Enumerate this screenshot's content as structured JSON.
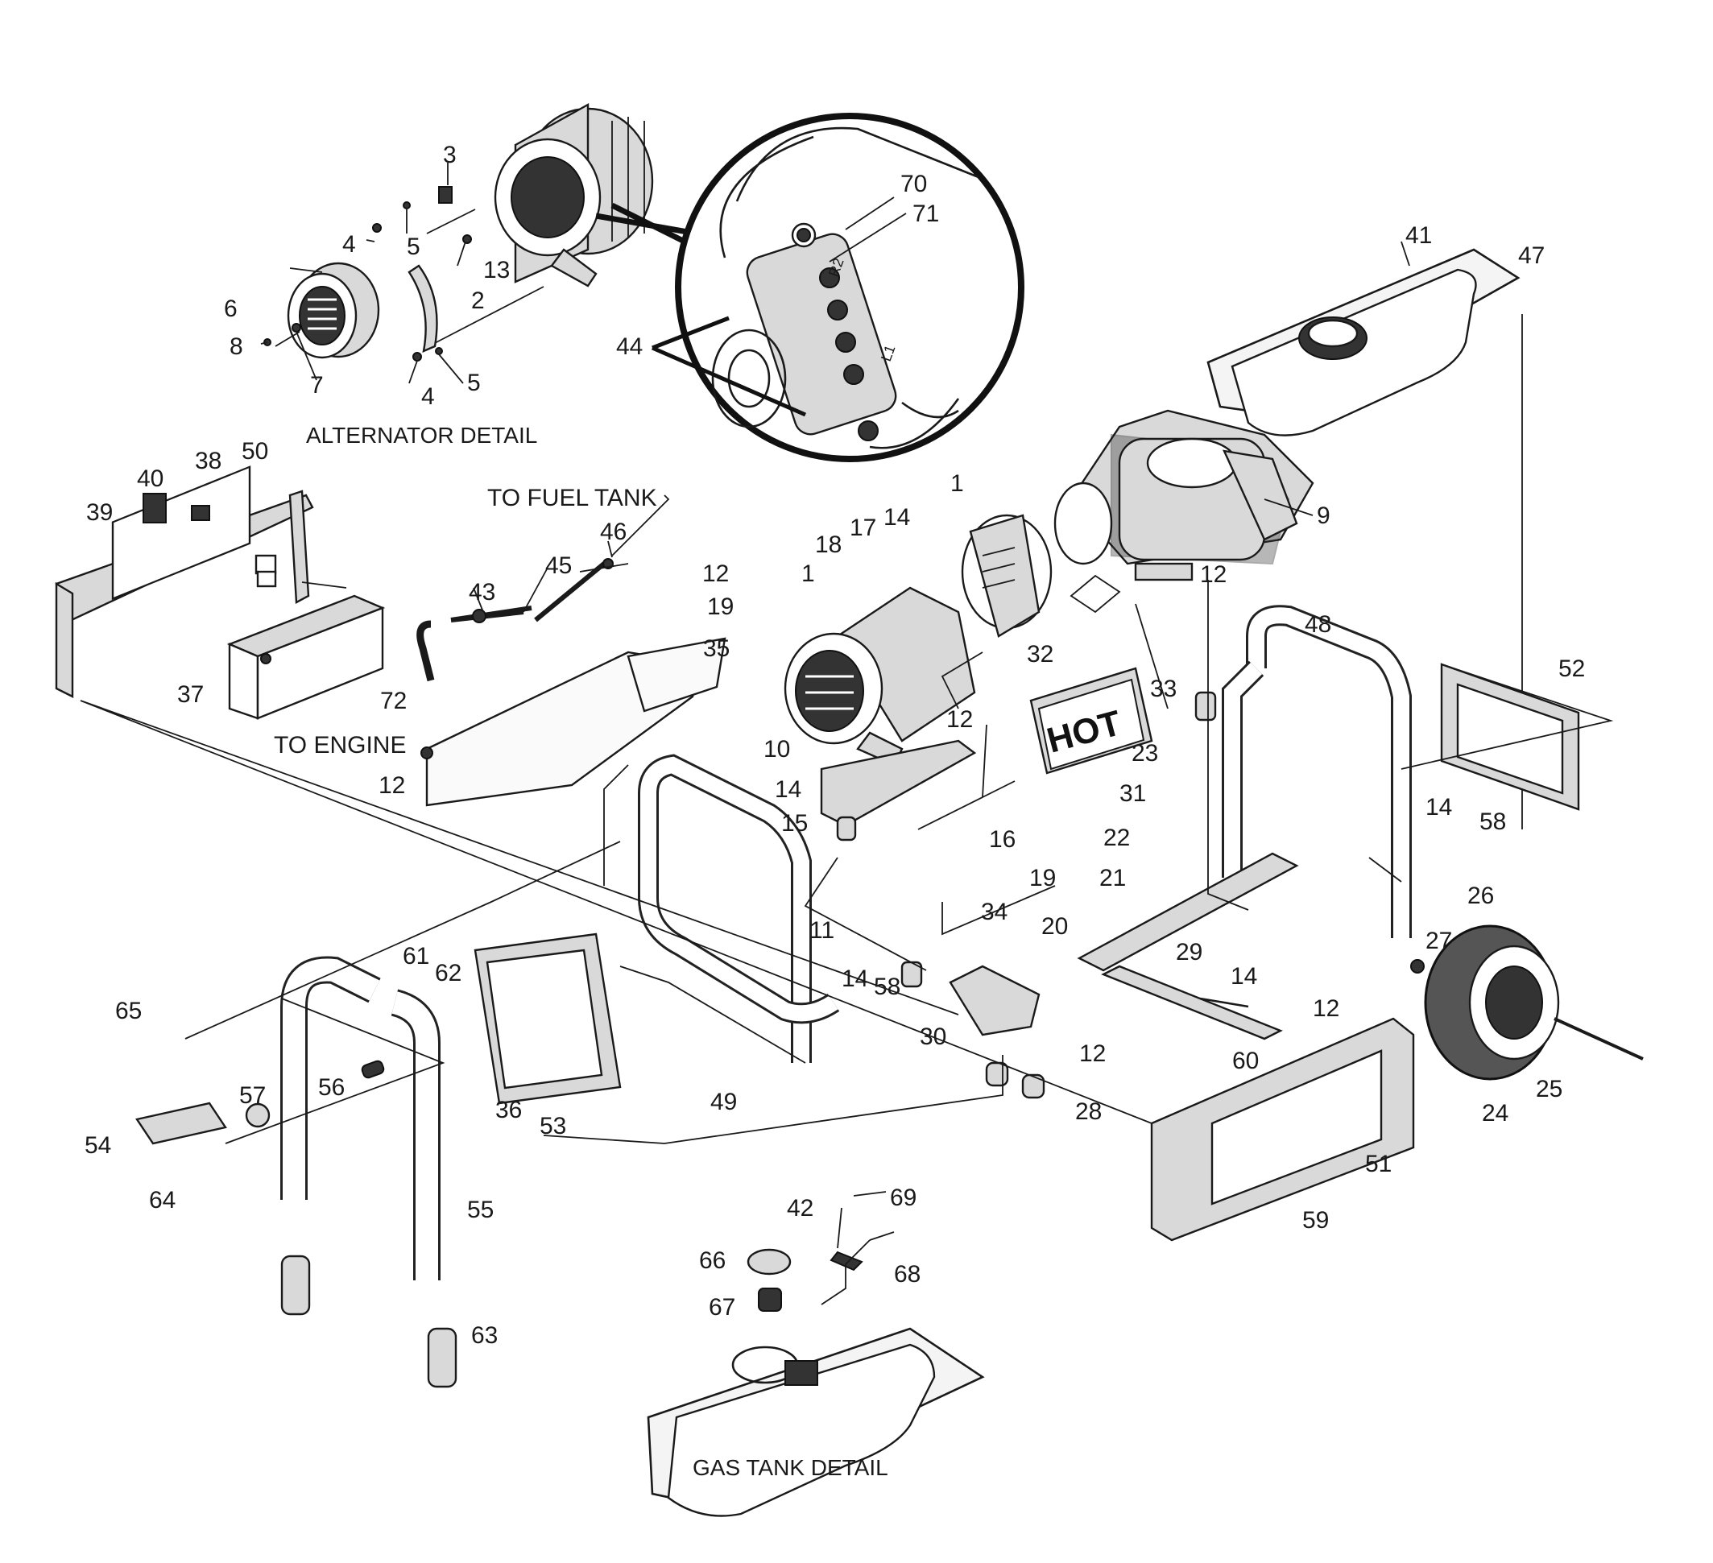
{
  "captions": {
    "alternator_detail": "ALTERNATOR DETAIL",
    "gas_tank_detail": "GAS TANK DETAIL",
    "to_fuel_tank": "TO FUEL TANK",
    "to_engine": "TO ENGINE",
    "hot_label": "HOT"
  },
  "callouts": [
    {
      "id": "c3",
      "text": "3"
    },
    {
      "id": "c4a",
      "text": "4"
    },
    {
      "id": "c5a",
      "text": "5"
    },
    {
      "id": "c13",
      "text": "13"
    },
    {
      "id": "c6",
      "text": "6"
    },
    {
      "id": "c2",
      "text": "2"
    },
    {
      "id": "c8",
      "text": "8"
    },
    {
      "id": "c7",
      "text": "7"
    },
    {
      "id": "c4b",
      "text": "4"
    },
    {
      "id": "c5b",
      "text": "5"
    },
    {
      "id": "c70",
      "text": "70"
    },
    {
      "id": "c71",
      "text": "71"
    },
    {
      "id": "c44",
      "text": "44"
    },
    {
      "id": "c41",
      "text": "41"
    },
    {
      "id": "c47",
      "text": "47"
    },
    {
      "id": "c9",
      "text": "9"
    },
    {
      "id": "c40",
      "text": "40"
    },
    {
      "id": "c38",
      "text": "38"
    },
    {
      "id": "c50",
      "text": "50"
    },
    {
      "id": "c39",
      "text": "39"
    },
    {
      "id": "c46",
      "text": "46"
    },
    {
      "id": "c45",
      "text": "45"
    },
    {
      "id": "c43",
      "text": "43"
    },
    {
      "id": "c37",
      "text": "37"
    },
    {
      "id": "c72",
      "text": "72"
    },
    {
      "id": "c1a",
      "text": "1"
    },
    {
      "id": "c18",
      "text": "18"
    },
    {
      "id": "c17",
      "text": "17"
    },
    {
      "id": "c14a",
      "text": "14"
    },
    {
      "id": "c12a",
      "text": "12"
    },
    {
      "id": "c19a",
      "text": "19"
    },
    {
      "id": "c1b",
      "text": "1"
    },
    {
      "id": "c12b",
      "text": "12"
    },
    {
      "id": "c35",
      "text": "35"
    },
    {
      "id": "c32",
      "text": "32"
    },
    {
      "id": "c33",
      "text": "33"
    },
    {
      "id": "c48",
      "text": "48"
    },
    {
      "id": "c52",
      "text": "52"
    },
    {
      "id": "c12c",
      "text": "12"
    },
    {
      "id": "c12d",
      "text": "12"
    },
    {
      "id": "c23",
      "text": "23"
    },
    {
      "id": "c31",
      "text": "31"
    },
    {
      "id": "c10",
      "text": "10"
    },
    {
      "id": "c14b",
      "text": "14"
    },
    {
      "id": "c15",
      "text": "15"
    },
    {
      "id": "c16",
      "text": "16"
    },
    {
      "id": "c14c",
      "text": "14"
    },
    {
      "id": "c58a",
      "text": "58"
    },
    {
      "id": "c22",
      "text": "22"
    },
    {
      "id": "c19b",
      "text": "19"
    },
    {
      "id": "c21",
      "text": "21"
    },
    {
      "id": "c34",
      "text": "34"
    },
    {
      "id": "c26",
      "text": "26"
    },
    {
      "id": "c20",
      "text": "20"
    },
    {
      "id": "c11",
      "text": "11"
    },
    {
      "id": "c29",
      "text": "29"
    },
    {
      "id": "c14d",
      "text": "14"
    },
    {
      "id": "c27",
      "text": "27"
    },
    {
      "id": "c12e",
      "text": "12"
    },
    {
      "id": "c14e",
      "text": "14"
    },
    {
      "id": "c58b",
      "text": "58"
    },
    {
      "id": "c61",
      "text": "61"
    },
    {
      "id": "c62",
      "text": "62"
    },
    {
      "id": "c65",
      "text": "65"
    },
    {
      "id": "c30",
      "text": "30"
    },
    {
      "id": "c12f",
      "text": "12"
    },
    {
      "id": "c60",
      "text": "60"
    },
    {
      "id": "c57",
      "text": "57"
    },
    {
      "id": "c56",
      "text": "56"
    },
    {
      "id": "c54",
      "text": "54"
    },
    {
      "id": "c36",
      "text": "36"
    },
    {
      "id": "c53",
      "text": "53"
    },
    {
      "id": "c49",
      "text": "49"
    },
    {
      "id": "c28",
      "text": "28"
    },
    {
      "id": "c64",
      "text": "64"
    },
    {
      "id": "c51",
      "text": "51"
    },
    {
      "id": "c24",
      "text": "24"
    },
    {
      "id": "c25",
      "text": "25"
    },
    {
      "id": "c55",
      "text": "55"
    },
    {
      "id": "c59",
      "text": "59"
    },
    {
      "id": "c42",
      "text": "42"
    },
    {
      "id": "c69",
      "text": "69"
    },
    {
      "id": "c66",
      "text": "66"
    },
    {
      "id": "c68",
      "text": "68"
    },
    {
      "id": "c67",
      "text": "67"
    },
    {
      "id": "c63",
      "text": "63"
    }
  ]
}
